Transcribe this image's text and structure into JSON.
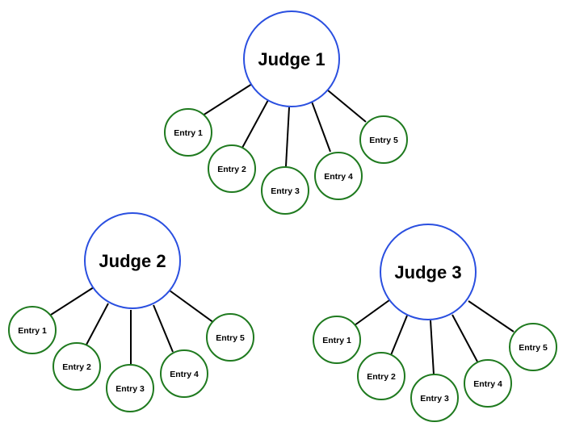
{
  "colors": {
    "judge_stroke": "#2a4fe0",
    "entry_stroke": "#1f7a1f",
    "edge": "#000000"
  },
  "groups": [
    {
      "judge": "Judge 1",
      "entries": [
        "Entry 1",
        "Entry 2",
        "Entry 3",
        "Entry 4",
        "Entry 5"
      ]
    },
    {
      "judge": "Judge 2",
      "entries": [
        "Entry 1",
        "Entry 2",
        "Entry 3",
        "Entry 4",
        "Entry 5"
      ]
    },
    {
      "judge": "Judge 3",
      "entries": [
        "Entry 1",
        "Entry 2",
        "Entry 3",
        "Entry 4",
        "Entry 5"
      ]
    }
  ]
}
